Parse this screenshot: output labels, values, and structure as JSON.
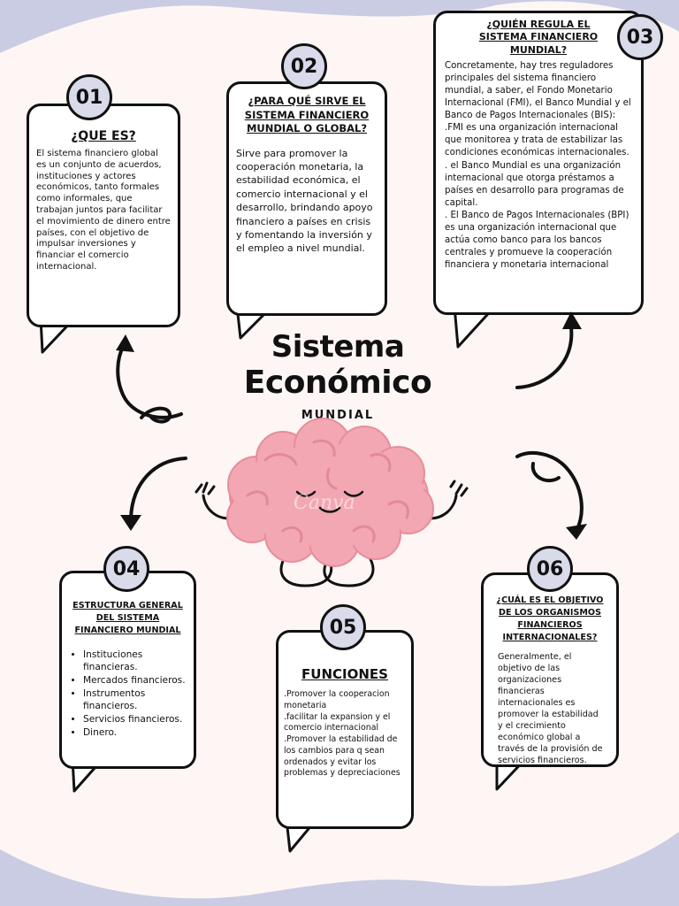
{
  "colors": {
    "background": "#c9cce2",
    "paper": "#fdf6f4",
    "box": "#ffffff",
    "badge": "#d9dbea",
    "brain": "#f3a7b2"
  },
  "title": {
    "line1": "Sistema",
    "line2": "Económico",
    "subtitle": "MUNDIAL"
  },
  "watermark": "Canva",
  "sections": [
    {
      "number": "01",
      "heading": "¿QUE ES?",
      "text": "El sistema financiero global es un conjunto de acuerdos, instituciones y actores económicos, tanto formales como informales, que trabajan juntos para facilitar el movimiento de dinero entre países, con el objetivo de impulsar inversiones y financiar el comercio internacional."
    },
    {
      "number": "02",
      "heading": "¿PARA QUÉ SIRVE EL SISTEMA FINANCIERO MUNDIAL O GLOBAL?",
      "text": "Sirve para promover la cooperación monetaria, la estabilidad económica, el comercio internacional y el desarrollo, brindando apoyo financiero a países en crisis y fomentando la inversión y el empleo a nivel mundial."
    },
    {
      "number": "03",
      "heading": "¿QUIÉN REGULA EL SISTEMA FINANCIERO MUNDIAL?",
      "paragraphs": [
        "Concretamente, hay tres reguladores principales del sistema financiero mundial, a saber, el Fondo Monetario Internacional (FMI), el Banco Mundial y el Banco de Pagos Internacionales (BIS):",
        ".FMI es una organización internacional que monitorea y trata de estabilizar las condiciones económicas internacionales.",
        ". el Banco Mundial es una organización internacional que otorga préstamos a países en desarrollo para programas de capital.",
        ". El Banco de Pagos Internacionales (BPI) es una organización internacional que actúa como banco para los bancos centrales y promueve la cooperación financiera y monetaria internacional"
      ]
    },
    {
      "number": "04",
      "heading": "ESTRUCTURA GENERAL DEL SISTEMA FINANCIERO MUNDIAL",
      "items": [
        "Instituciones financieras.",
        "Mercados financieros.",
        "Instrumentos financieros.",
        "Servicios financieros.",
        "Dinero."
      ]
    },
    {
      "number": "05",
      "heading": "FUNCIONES",
      "paragraphs": [
        ".Promover la cooperacion monetaria",
        ".facilitar la expansion y el comercio internacional",
        ".Promover la estabilidad de los cambios para q sean ordenados y evitar los problemas y depreciaciones"
      ]
    },
    {
      "number": "06",
      "heading": "¿CUÁL ES EL OBJETIVO DE LOS ORGANISMOS FINANCIEROS INTERNACIONALES?",
      "text": "Generalmente, el objetivo de las organizaciones financieras internacionales es promover la estabilidad y el crecimiento económico global a través de la provisión de servicios financieros."
    }
  ]
}
